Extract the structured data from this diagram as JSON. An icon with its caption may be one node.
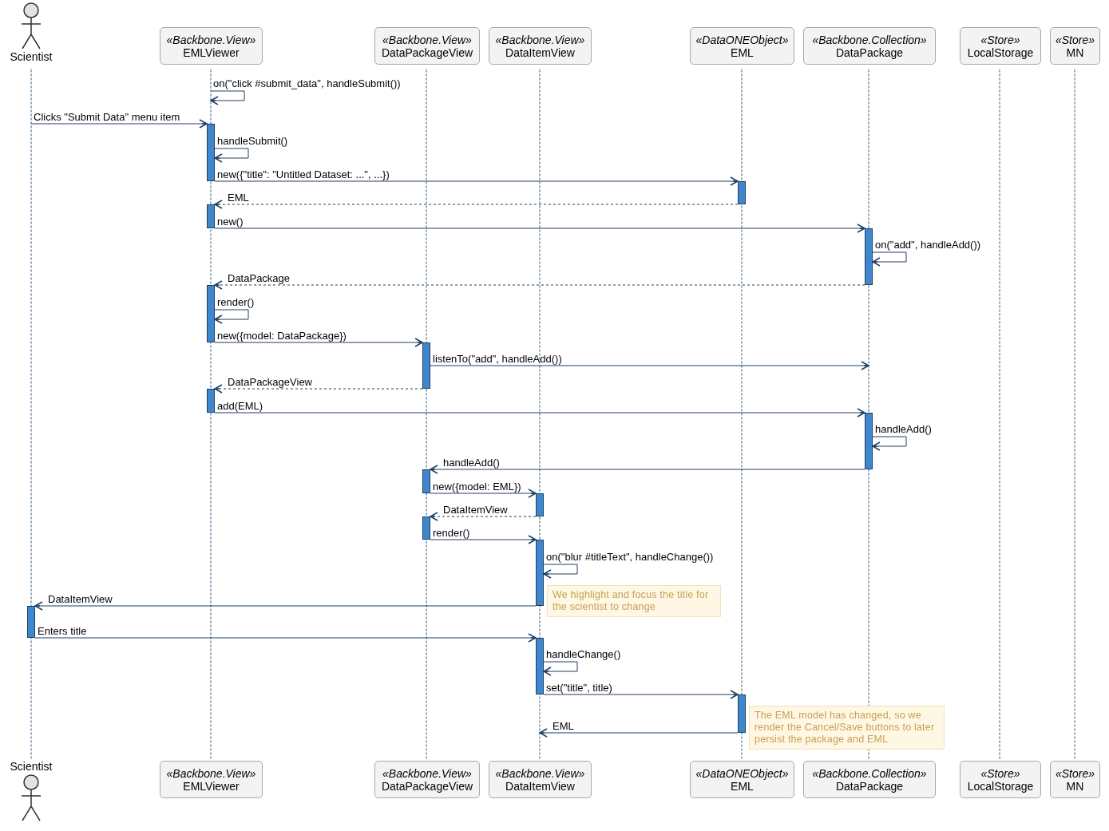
{
  "diagram": {
    "nodes": [
      {
        "text": [
          "Scientist"
        ]
      },
      {
        "text": [
          "«Backbone.View»",
          "EMLViewer"
        ]
      },
      {
        "text": [
          "«Backbone.View»",
          "DataPackageView"
        ]
      },
      {
        "text": [
          "«Backbone.View»",
          "DataItemView"
        ]
      },
      {
        "text": [
          "«DataONEObject»",
          "EML"
        ]
      },
      {
        "text": [
          "«Backbone.Collection»",
          "DataPackage"
        ]
      },
      {
        "text": [
          "«Store»",
          "LocalStorage"
        ]
      },
      {
        "text": [
          "«Store»",
          "MN"
        ]
      },
      {
        "text": [],
        "shape": "line"
      },
      {
        "text": [],
        "shape": "line"
      },
      {
        "text": [],
        "shape": "line"
      },
      {
        "text": [],
        "shape": "line"
      },
      {
        "text": [],
        "shape": "line"
      },
      {
        "text": [],
        "shape": "line"
      },
      {
        "text": [],
        "shape": "line"
      },
      {
        "text": [],
        "shape": "line"
      },
      {
        "text": [
          "Scientist"
        ]
      },
      {
        "text": [
          "«Backbone.View»",
          "EMLViewer"
        ]
      },
      {
        "text": [
          "«Backbone.View»",
          "DataPackageView"
        ]
      },
      {
        "text": [
          "«Backbone.View»",
          "DataItemView"
        ]
      },
      {
        "text": [
          "«DataONEObject»",
          "EML"
        ]
      },
      {
        "text": [
          "«Backbone.Collection»",
          "DataPackage"
        ]
      },
      {
        "text": [
          "«Store»",
          "LocalStorage"
        ]
      },
      {
        "text": [
          "«Store»",
          "MN"
        ]
      },
      {
        "text": [
          "We highlight and focus the title for the scientist to change"
        ]
      },
      {
        "text": [
          "The EML model has changed, so we render the Cancel/Save buttons to later persist the package and EML"
        ]
      }
    ],
    "edges": [
      {
        "from": 9,
        "to": 9,
        "arrow": "to",
        "label": "on(\"click #submit_data\", handleSubmit())"
      },
      {
        "from": 8,
        "to": 9,
        "arrow": "to",
        "label": "Clicks \"Submit Data\" menu item"
      },
      {
        "from": 9,
        "to": 9,
        "arrow": "to",
        "label": "handleSubmit()"
      },
      {
        "from": 9,
        "to": 12,
        "arrow": "to",
        "label": "new({\"title\": \"Untitled Dataset: ...\", ...})"
      },
      {
        "from": 12,
        "to": 9,
        "arrow": "to",
        "label": "EML",
        "style": "dashed"
      },
      {
        "from": 9,
        "to": 13,
        "arrow": "to",
        "label": "new()"
      },
      {
        "from": 13,
        "to": 13,
        "arrow": "to",
        "label": "on(\"add\", handleAdd())"
      },
      {
        "from": 13,
        "to": 9,
        "arrow": "to",
        "label": "DataPackage",
        "style": "dashed"
      },
      {
        "from": 9,
        "to": 9,
        "arrow": "to",
        "label": "render()"
      },
      {
        "from": 9,
        "to": 10,
        "arrow": "to",
        "label": "new({model: DataPackage})"
      },
      {
        "from": 10,
        "to": 13,
        "arrow": "to",
        "label": "listenTo(\"add\", handleAdd())"
      },
      {
        "from": 10,
        "to": 9,
        "arrow": "to",
        "label": "DataPackageView",
        "style": "dashed"
      },
      {
        "from": 9,
        "to": 13,
        "arrow": "to",
        "label": "add(EML)"
      },
      {
        "from": 13,
        "to": 13,
        "arrow": "to",
        "label": "handleAdd()"
      },
      {
        "from": 13,
        "to": 10,
        "arrow": "to",
        "label": "handleAdd()"
      },
      {
        "from": 10,
        "to": 11,
        "arrow": "to",
        "label": "new({model: EML})"
      },
      {
        "from": 11,
        "to": 10,
        "arrow": "to",
        "label": "DataItemView",
        "style": "dashed"
      },
      {
        "from": 10,
        "to": 11,
        "arrow": "to",
        "label": "render()"
      },
      {
        "from": 11,
        "to": 11,
        "arrow": "to",
        "label": "on(\"blur #titleText\", handleChange())"
      },
      {
        "from": 11,
        "to": 8,
        "arrow": "to",
        "label": "DataItemView"
      },
      {
        "from": 8,
        "to": 11,
        "arrow": "to",
        "label": "Enters title"
      },
      {
        "from": 11,
        "to": 11,
        "arrow": "to",
        "label": "handleChange()"
      },
      {
        "from": 11,
        "to": 12,
        "arrow": "to",
        "label": "set(\"title\", title)"
      },
      {
        "from": 12,
        "to": 11,
        "arrow": "to",
        "label": "EML"
      }
    ]
  }
}
